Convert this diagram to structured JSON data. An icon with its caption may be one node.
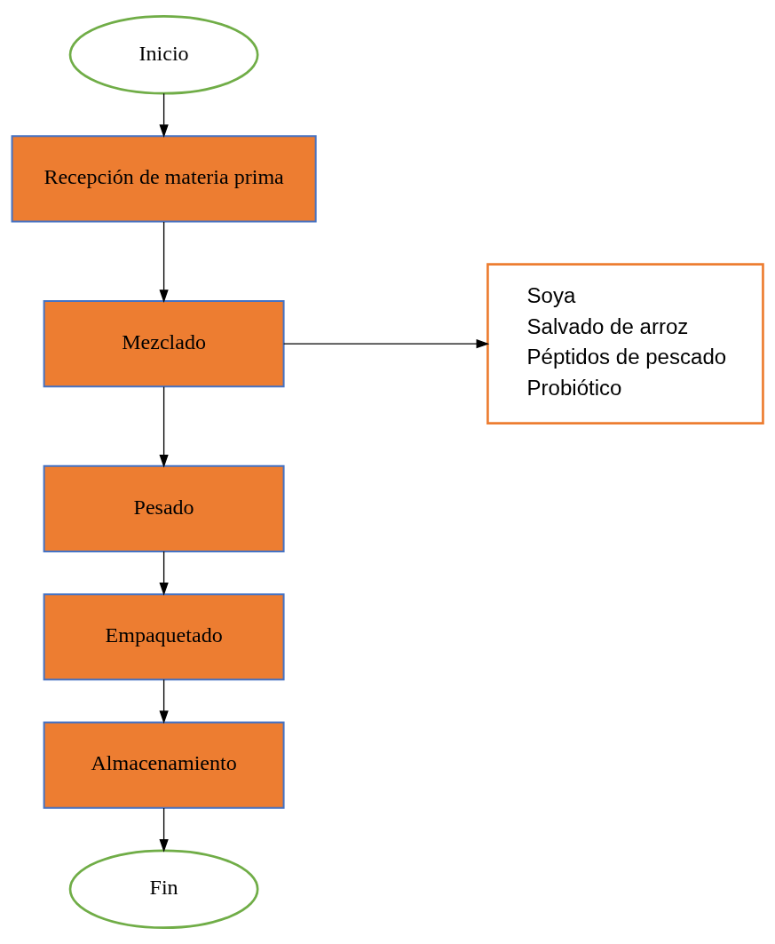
{
  "diagram": {
    "nodes": [
      {
        "text": [
          "Inicio"
        ]
      },
      {
        "text": [
          "Recepción de materia prima"
        ]
      },
      {
        "text": [
          "Mezclado"
        ]
      },
      {
        "text": [
          "Pesado"
        ]
      },
      {
        "text": [
          "Empaquetado"
        ]
      },
      {
        "text": [
          "Almacenamiento"
        ]
      },
      {
        "text": [
          "Fin"
        ]
      },
      {
        "text": [
          "Soya",
          "Salvado de arroz",
          "Péptidos de pescado",
          "Probiótico"
        ]
      }
    ],
    "edges": [
      {
        "from": 0,
        "to": 1,
        "arrow": "to"
      },
      {
        "from": 1,
        "to": 2,
        "arrow": "to"
      },
      {
        "from": 2,
        "to": 7,
        "arrow": "to"
      },
      {
        "from": 2,
        "to": 3,
        "arrow": "to"
      },
      {
        "from": 3,
        "to": 4,
        "arrow": "to"
      },
      {
        "from": 4,
        "to": 5,
        "arrow": "to"
      },
      {
        "from": 5,
        "to": 6,
        "arrow": "to"
      }
    ]
  }
}
